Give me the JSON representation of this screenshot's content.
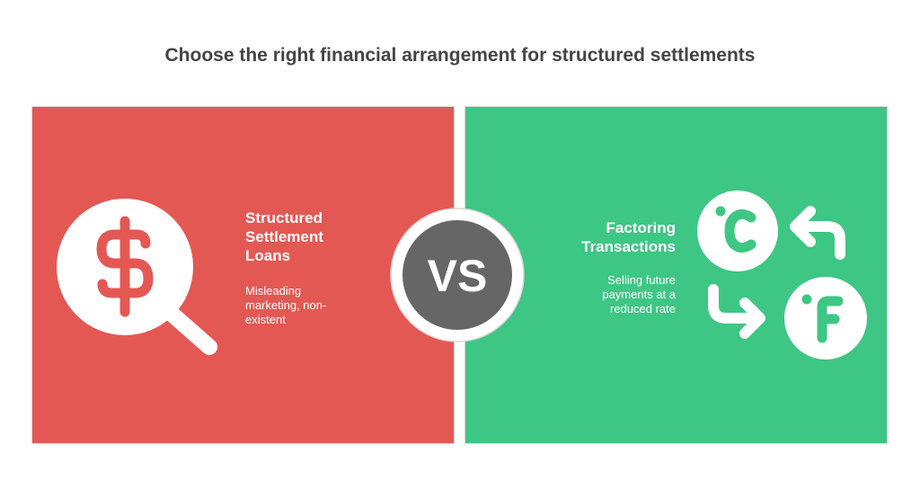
{
  "title": "Choose the right financial arrangement for structured settlements",
  "left_option": {
    "heading_lines": [
      "Structured",
      "Settlement",
      "Loans"
    ],
    "description_lines": [
      "Misleading",
      "marketing, non-",
      "existent"
    ],
    "icon": "dollar-magnifier-icon",
    "color": "#e45853"
  },
  "vs_label": "VS",
  "right_option": {
    "heading_lines": [
      "Factoring",
      "Transactions"
    ],
    "description_lines": [
      "Selling future",
      "payments at a",
      "reduced rate"
    ],
    "icons": [
      "c-circle-icon",
      "return-arrow-icon",
      "forward-arrow-icon",
      "f-circle-icon"
    ],
    "color": "#3ec684"
  }
}
